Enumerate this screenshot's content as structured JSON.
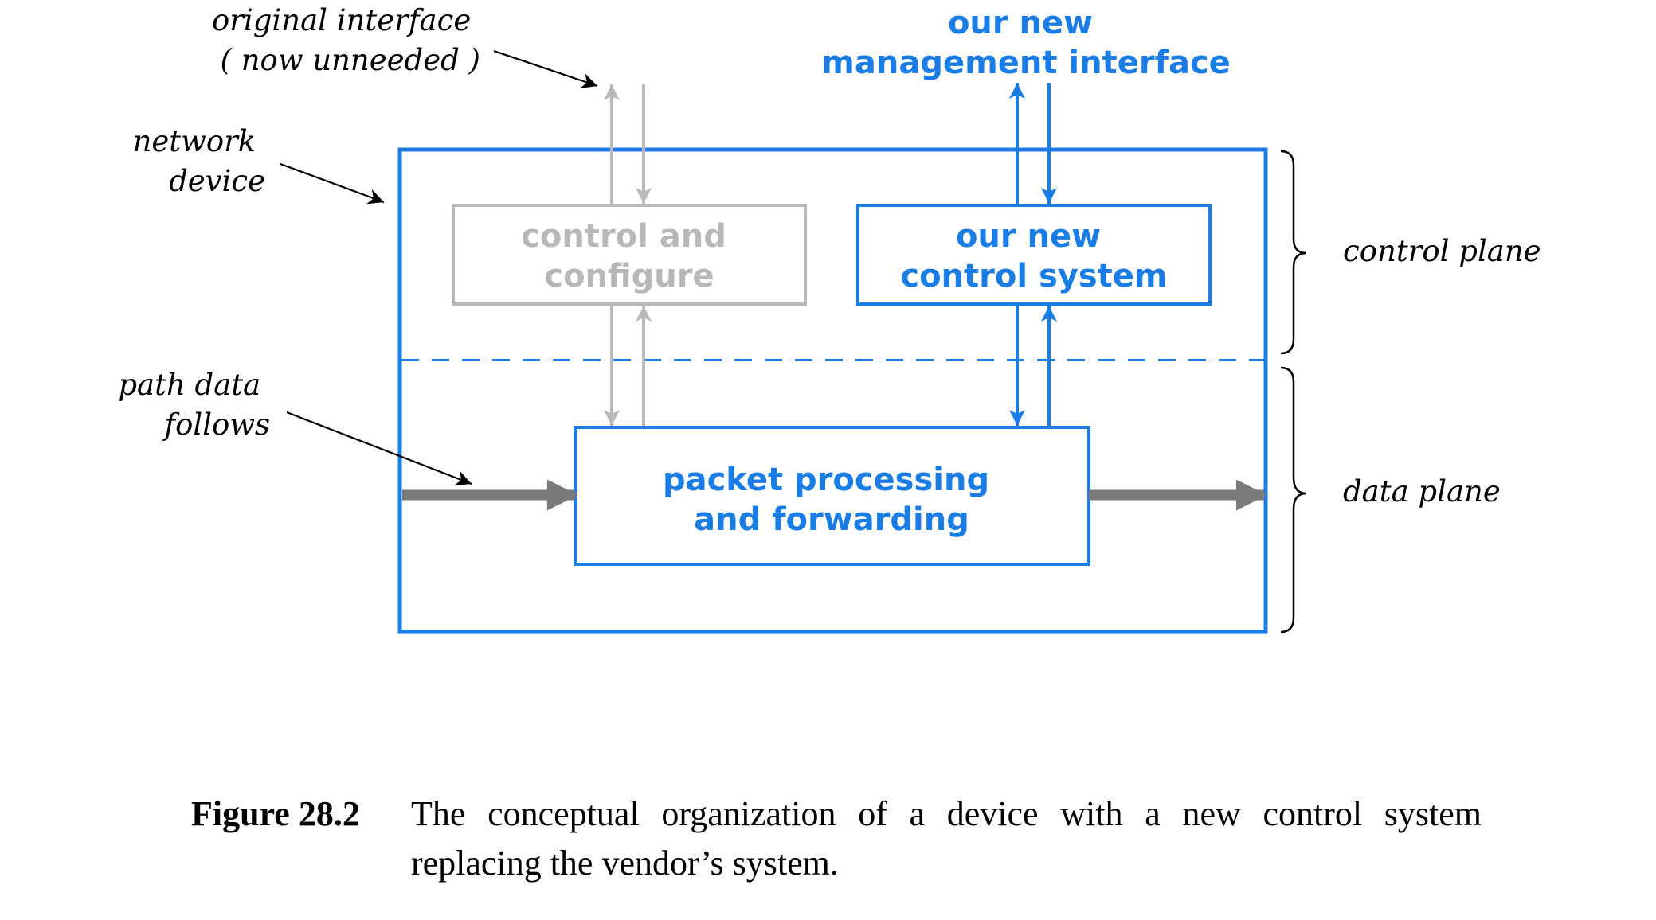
{
  "colors": {
    "accent_blue": "#1a7de6",
    "inactive_gray": "#b8b8b8",
    "flow_gray": "#7a7a7a",
    "pointer_black": "#000000"
  },
  "labels": {
    "original_interface_line1": "original interface",
    "original_interface_line2": "( now unneeded )",
    "network_device_line1": "network",
    "network_device_line2": "device",
    "path_data_line1": "path data",
    "path_data_line2": "follows",
    "control_plane": "control plane",
    "data_plane": "data plane",
    "mgmt_interface_line1": "our new",
    "mgmt_interface_line2": "management interface"
  },
  "boxes": {
    "control_configure_line1": "control and",
    "control_configure_line2": "configure",
    "new_control_line1": "our new",
    "new_control_line2": "control system",
    "packet_processing_line1": "packet processing",
    "packet_processing_line2": "and forwarding"
  },
  "caption": {
    "figure_number": "Figure 28.2",
    "text": "The conceptual organization of a device with a new control system replacing the vendor’s system."
  }
}
